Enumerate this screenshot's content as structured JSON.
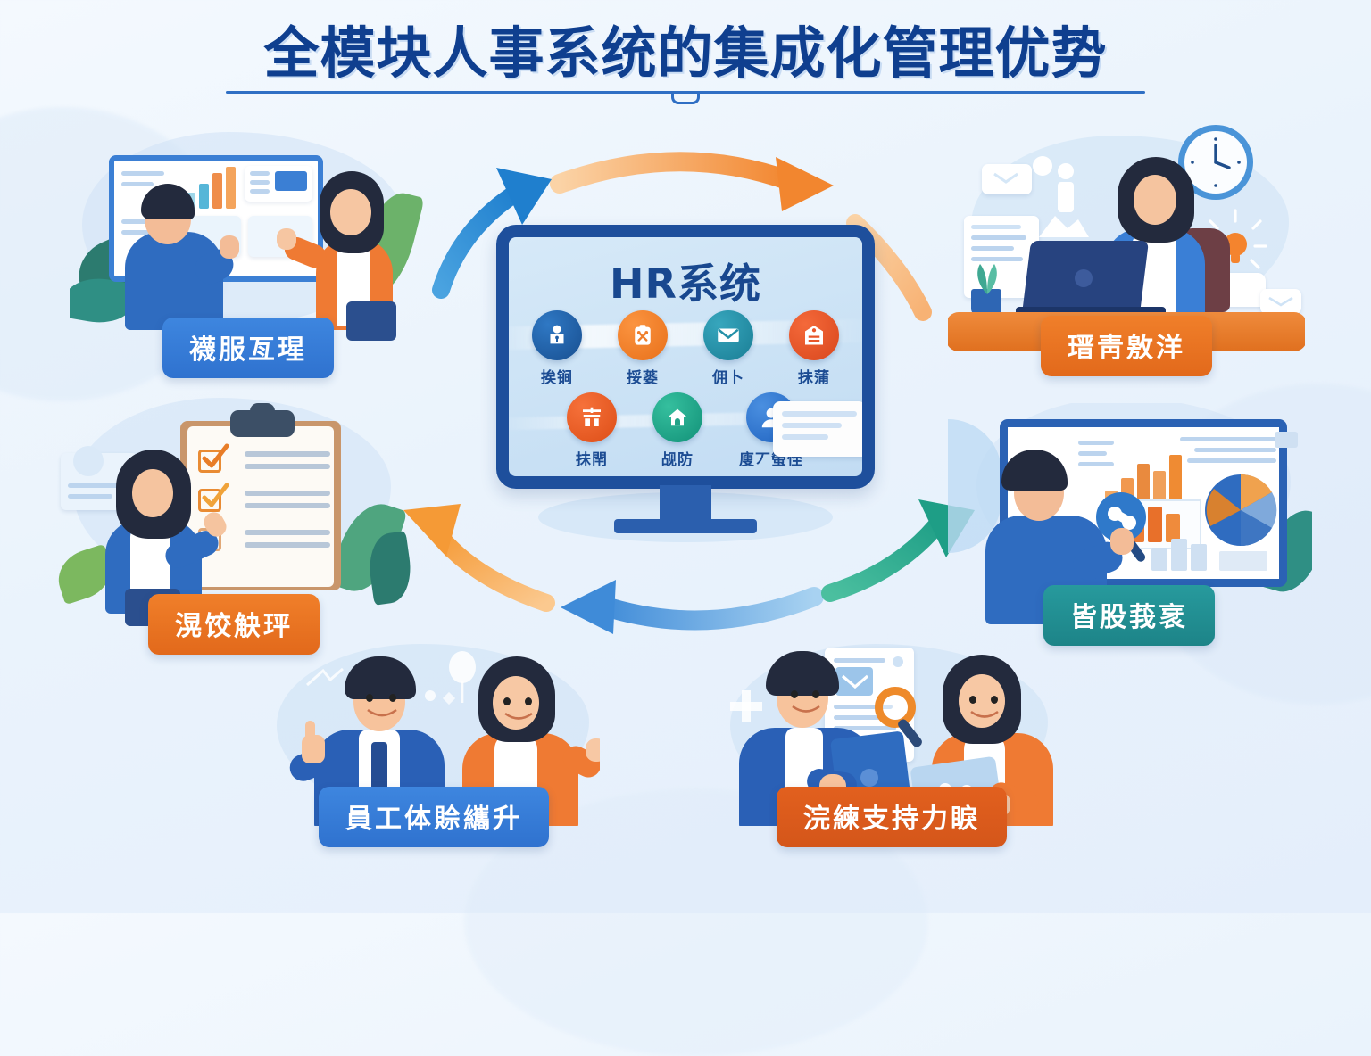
{
  "page": {
    "title": "全模块人事系统的集成化管理优势",
    "background_color": "#eef5fd",
    "accent_blue": "#1e4f9c",
    "accent_orange": "#e2691b",
    "accent_teal": "#1d8488"
  },
  "center": {
    "screen_title": "HR系统",
    "device": "desktop-monitor",
    "icons": [
      {
        "label": "挨锏",
        "icon": "lock-person-icon",
        "color": "#1f5fa8"
      },
      {
        "label": "挼蒌",
        "icon": "clipboard-tools-icon",
        "color": "#ef7f2b"
      },
      {
        "label": "佣⼘",
        "icon": "envelope-icon",
        "color": "#2490a8"
      },
      {
        "label": "抺蒲",
        "icon": "building-tag-icon",
        "color": "#e8562a"
      },
      {
        "label": "抺閈",
        "icon": "chart-glyph-icon",
        "color": "#ea5c21"
      },
      {
        "label": "觇防",
        "icon": "home-shield-icon",
        "color": "#22a287"
      },
      {
        "label": "廋丆螢恎",
        "icon": "user-avatar-icon",
        "color": "#2f72cf"
      }
    ],
    "chat_card": "message-lines-card"
  },
  "scenes": [
    {
      "id": "module-management",
      "position": "top-left",
      "badge_label": "襪服亙瑆",
      "badge_color": "blue",
      "illustration": "two-people-presenting-dashboard"
    },
    {
      "id": "time-efficiency",
      "position": "top-right",
      "badge_label": "瑨靑敫洋",
      "badge_color": "orange",
      "illustration": "woman-at-laptop-with-clock-and-bulb"
    },
    {
      "id": "process-standardization",
      "position": "middle-left",
      "badge_label": "滉饺觖玶",
      "badge_color": "orange",
      "illustration": "woman-pointing-at-checklist-clipboard"
    },
    {
      "id": "data-reports",
      "position": "middle-right",
      "badge_label": "皆股莪衺",
      "badge_color": "teal",
      "illustration": "man-analyzing-charts-on-monitor"
    },
    {
      "id": "employee-experience",
      "position": "bottom-left",
      "badge_label": "員工体賒纗升",
      "badge_color": "blue",
      "illustration": "man-thumbs-up-with-woman"
    },
    {
      "id": "process-support",
      "position": "bottom-right",
      "badge_label": "浣練支持力睙",
      "badge_color": "deeporange",
      "illustration": "two-colleagues-with-tablets-and-magnifier"
    }
  ],
  "arrows": [
    {
      "id": "arrow-left-up",
      "color": "#2f8fd8",
      "direction": "up-right"
    },
    {
      "id": "arrow-top-arc",
      "color": "#f4a24f",
      "direction": "right"
    },
    {
      "id": "arrow-right-down",
      "color": "#f6b268",
      "direction": "down"
    },
    {
      "id": "arrow-right-up",
      "color": "#2bab93",
      "direction": "up-right"
    },
    {
      "id": "arrow-bottom-arc",
      "color": "#6fb2e8",
      "direction": "left"
    },
    {
      "id": "arrow-left-down",
      "color": "#f59a36",
      "direction": "up-left"
    }
  ]
}
